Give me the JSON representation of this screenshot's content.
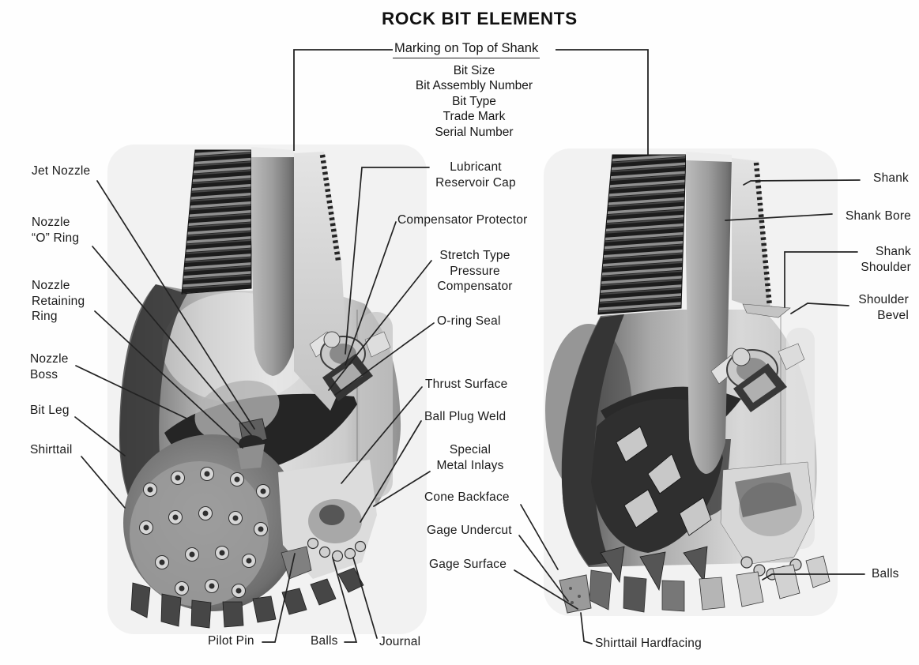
{
  "title": "ROCK BIT ELEMENTS",
  "marking_callout": {
    "heading": "Marking on Top of Shank",
    "items": [
      "Bit Size",
      "Bit Assembly Number",
      "Bit Type",
      "Trade Mark",
      "Serial Number"
    ]
  },
  "labels": {
    "jet_nozzle": "Jet Nozzle",
    "nozzle_o_ring": "Nozzle\n“O” Ring",
    "nozzle_retaining_ring": "Nozzle\nRetaining\nRing",
    "nozzle_boss": "Nozzle\nBoss",
    "bit_leg": "Bit Leg",
    "shirttail": "Shirttail",
    "lubricant_reservoir_cap": "Lubricant\nReservoir Cap",
    "compensator_protector": "Compensator Protector",
    "stretch_type_pressure_compensator": "Stretch Type\nPressure\nCompensator",
    "o_ring_seal": "O-ring Seal",
    "thrust_surface": "Thrust Surface",
    "ball_plug_weld": "Ball Plug Weld",
    "special_metal_inlays": "Special\nMetal Inlays",
    "cone_backface": "Cone Backface",
    "gage_undercut": "Gage Undercut",
    "gage_surface": "Gage Surface",
    "pilot_pin": "Pilot Pin",
    "balls_left": "Balls",
    "journal": "Journal",
    "shirttail_hardfacing": "Shirttail Hardfacing",
    "balls_right": "Balls",
    "shank": "Shank",
    "shank_bore": "Shank Bore",
    "shank_shoulder": "Shank\nShoulder",
    "shoulder_bevel": "Shoulder\nBevel"
  },
  "colors": {
    "ink": "#1b1b1b",
    "leader_line": "#232323",
    "photo_dark": "#262626",
    "photo_light": "#dcdcdc"
  }
}
